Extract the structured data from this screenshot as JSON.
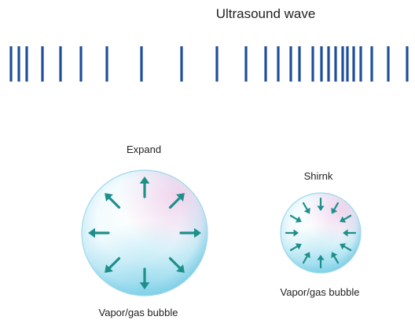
{
  "title": "Ultrasound wave",
  "wave": {
    "color": "#1f4e99",
    "line_count": 26
  },
  "bubbles": [
    {
      "id": "expand",
      "state_label": "Expand",
      "caption": "Vapor/gas bubble",
      "arrow_direction": "outward",
      "arrow_count": 8,
      "arrow_icon": "arrow-outward-icon"
    },
    {
      "id": "shrink",
      "state_label": "Shirnk",
      "caption": "Vapor/gas bubble",
      "arrow_direction": "inward",
      "arrow_count": 12,
      "arrow_icon": "arrow-inward-icon"
    }
  ],
  "colors": {
    "arrow": "#1e8f8a",
    "bubble_rim": "#8fd0e6",
    "bubble_core": "#ffffff",
    "bubble_tint_pink": "#f2d0ea"
  }
}
